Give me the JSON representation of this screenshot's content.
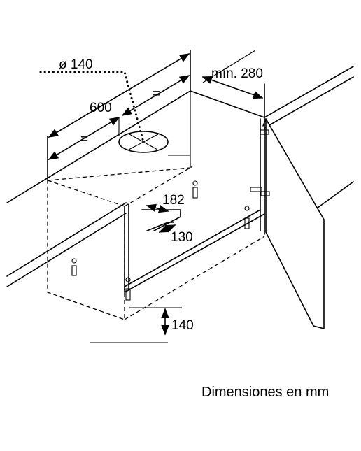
{
  "labels": {
    "hole_diameter": "ø 140",
    "width": "600",
    "equal_left": "=",
    "equal_right": "=",
    "min_depth": "mín. 280",
    "offset_depth": "182",
    "offset_side": "130",
    "bottom_height": "140"
  },
  "caption": "Dimensiones en mm",
  "colors": {
    "line": "#000000",
    "background": "#ffffff"
  }
}
